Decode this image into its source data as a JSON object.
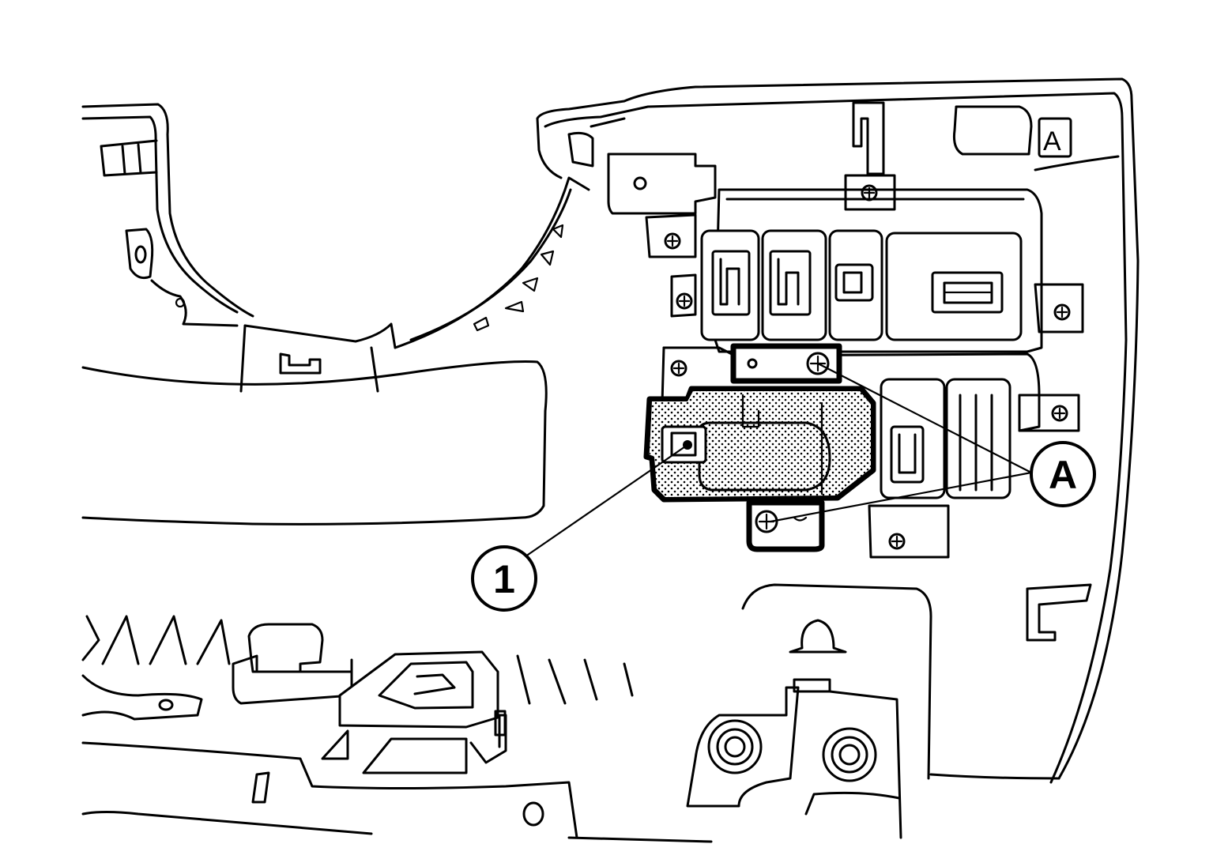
{
  "callouts": {
    "part_1": "1",
    "part_a": "A"
  },
  "labels": {
    "embossed_a_upper": "A"
  },
  "colors": {
    "line": "#000000",
    "background": "#ffffff"
  }
}
